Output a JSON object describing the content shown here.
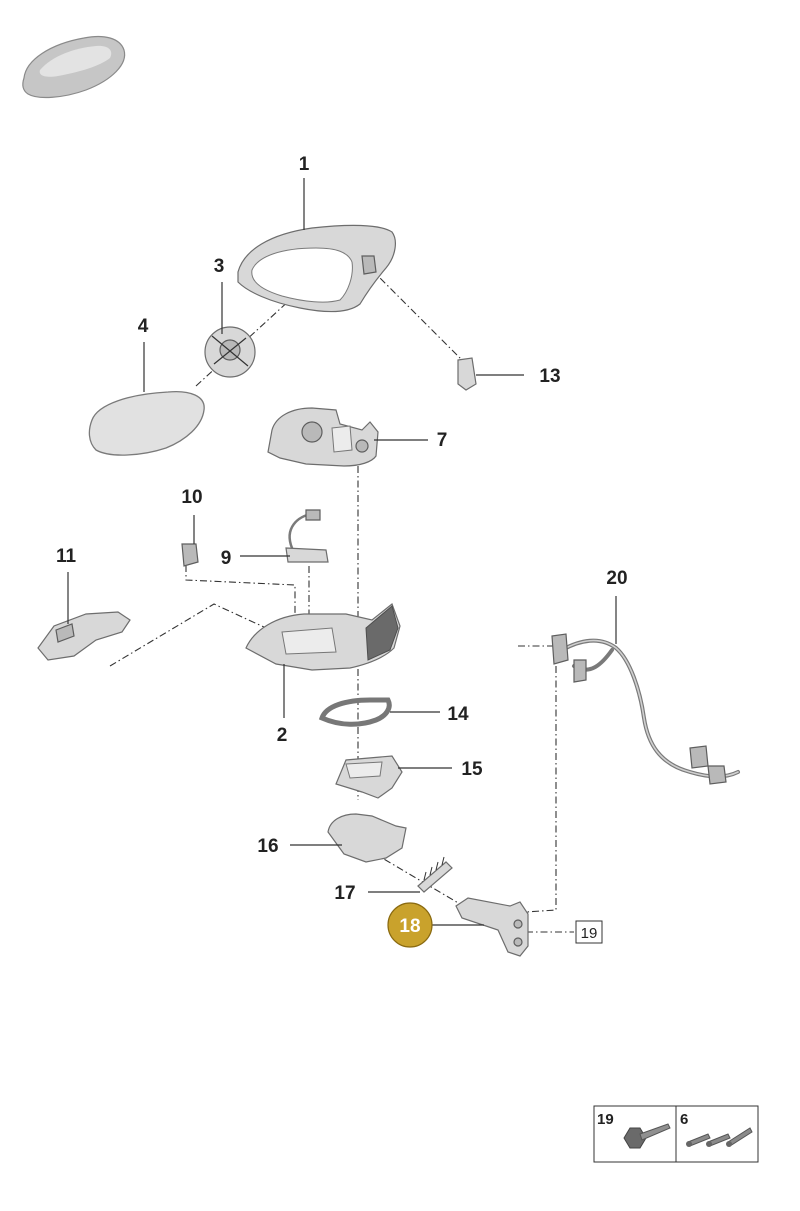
{
  "callouts": {
    "c1": "1",
    "c2": "2",
    "c3": "3",
    "c4": "4",
    "c7": "7",
    "c9": "9",
    "c10": "10",
    "c11": "11",
    "c13": "13",
    "c14": "14",
    "c15": "15",
    "c16": "16",
    "c17": "17",
    "c18": "18",
    "c19": "19",
    "c20": "20"
  },
  "legend": {
    "left_label": "19",
    "right_label": "6"
  },
  "colors": {
    "highlight": "#c9a22c",
    "part": "#d8d8d8",
    "line": "#333333"
  }
}
